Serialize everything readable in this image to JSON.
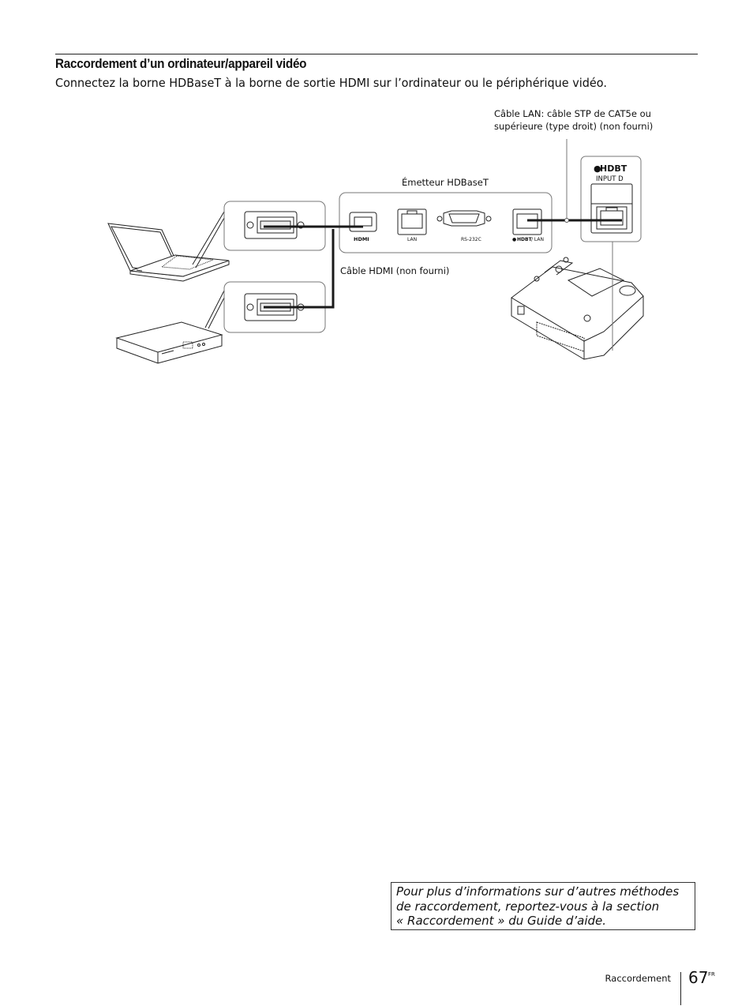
{
  "section": {
    "title": "Raccordement d’un ordinateur/appareil vidéo",
    "intro": "Connectez la borne HDBaseT à la borne de sortie HDMI sur l’ordinateur ou le périphérique vidéo."
  },
  "diagram": {
    "lan_cable_label_1": "Câble LAN: câble STP de CAT5e ou",
    "lan_cable_label_2": "supérieure (type droit) (non fourni)",
    "transmitter_label": "Émetteur HDBaseT",
    "hdmi_cable_label": "Câble HDMI (non fourni)",
    "port_hdmi": "HDMI",
    "port_lan": "LAN",
    "port_rs232c": "RS-232C",
    "port_hdbt_lan": "/ LAN",
    "hdbt_logo": "HDBT",
    "input_label": "INPUT D"
  },
  "note": {
    "line1": "Pour plus d’informations sur d’autres méthodes",
    "line2": "de raccordement, reportez-vous à la section",
    "line3": "« Raccordement » du Guide d’aide."
  },
  "footer": {
    "section_name": "Raccordement",
    "page_number": "67",
    "language": "FR"
  }
}
